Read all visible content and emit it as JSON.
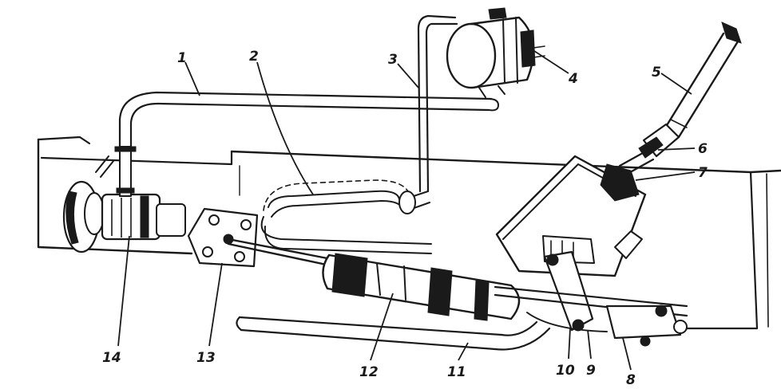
{
  "callouts": [
    {
      "id": "1",
      "label": "1"
    },
    {
      "id": "2",
      "label": "2"
    },
    {
      "id": "3",
      "label": "3"
    },
    {
      "id": "4",
      "label": "4"
    },
    {
      "id": "5",
      "label": "5"
    },
    {
      "id": "6",
      "label": "6"
    },
    {
      "id": "7",
      "label": "7"
    },
    {
      "id": "8",
      "label": "8"
    },
    {
      "id": "9",
      "label": "9"
    },
    {
      "id": "10",
      "label": "10"
    },
    {
      "id": "11",
      "label": "11"
    },
    {
      "id": "12",
      "label": "12"
    },
    {
      "id": "13",
      "label": "13"
    },
    {
      "id": "14",
      "label": "14"
    }
  ],
  "colors": {
    "ink": "#1a1a1a",
    "paper": "#ffffff"
  }
}
